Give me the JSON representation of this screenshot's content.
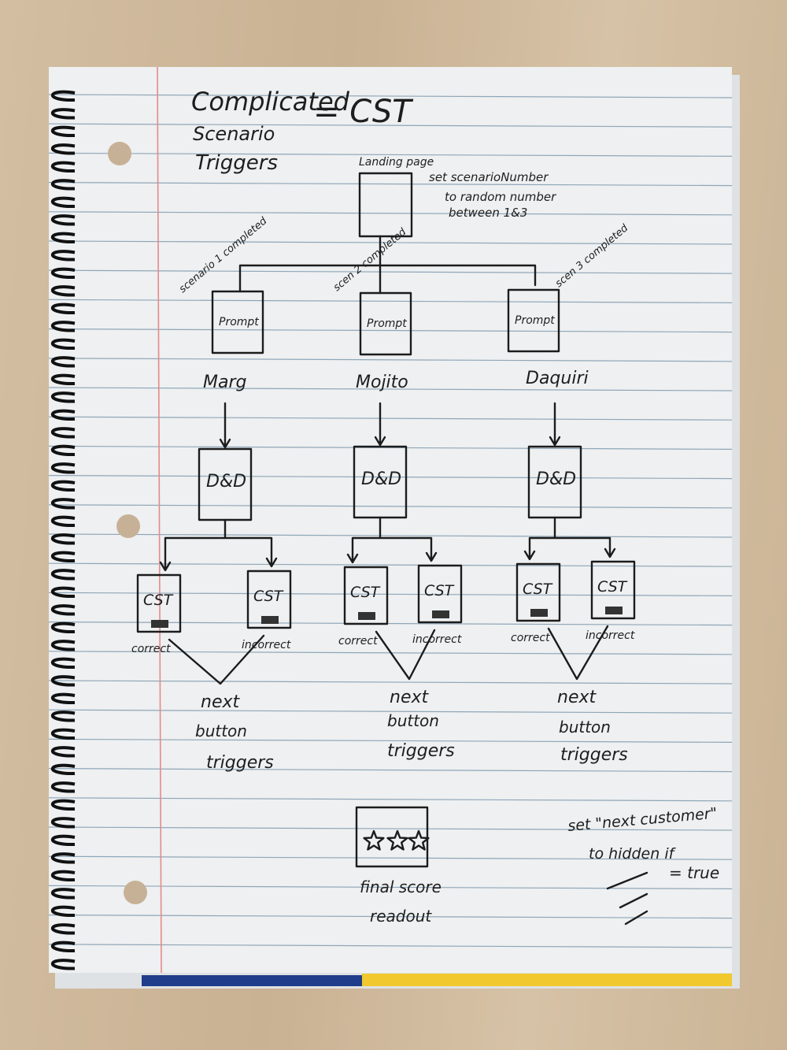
{
  "title": {
    "line1": "Complicated",
    "line2": "Scenario",
    "line3": "Triggers",
    "equals": "= CST"
  },
  "landing": {
    "label": "Landing page",
    "note1": "set scenarioNumber",
    "note2": "to random number",
    "note3": "between 1&3"
  },
  "branches": [
    {
      "condition": "scenario 1 completed",
      "prompt": "Prompt",
      "drink": "Marg",
      "dnd": "D&D",
      "cst_left": "CST",
      "cst_right": "CST",
      "label_left": "correct",
      "label_right": "incorrect",
      "next1": "next",
      "next2": "button",
      "next3": "triggers"
    },
    {
      "condition": "scen 2 completed",
      "prompt": "Prompt",
      "drink": "Mojito",
      "dnd": "D&D",
      "cst_left": "CST",
      "cst_right": "CST",
      "label_left": "correct",
      "label_right": "incorrect",
      "next1": "next",
      "next2": "button",
      "next3": "triggers"
    },
    {
      "condition": "scen 3 completed",
      "prompt": "Prompt",
      "drink": "Daquiri",
      "dnd": "D&D",
      "cst_left": "CST",
      "cst_right": "CST",
      "label_left": "correct",
      "label_right": "incorrect",
      "next1": "next",
      "next2": "button",
      "next3": "triggers"
    }
  ],
  "final": {
    "line1": "final score",
    "line2": "readout"
  },
  "note": {
    "line1": "set \"next customer\"",
    "line2": "to hidden if",
    "line3": "= true"
  },
  "colors": {
    "paper": "#eef0f1",
    "rule": "#8fa6b8",
    "margin": "#e58a8a",
    "ink": "#1c1c1c"
  }
}
